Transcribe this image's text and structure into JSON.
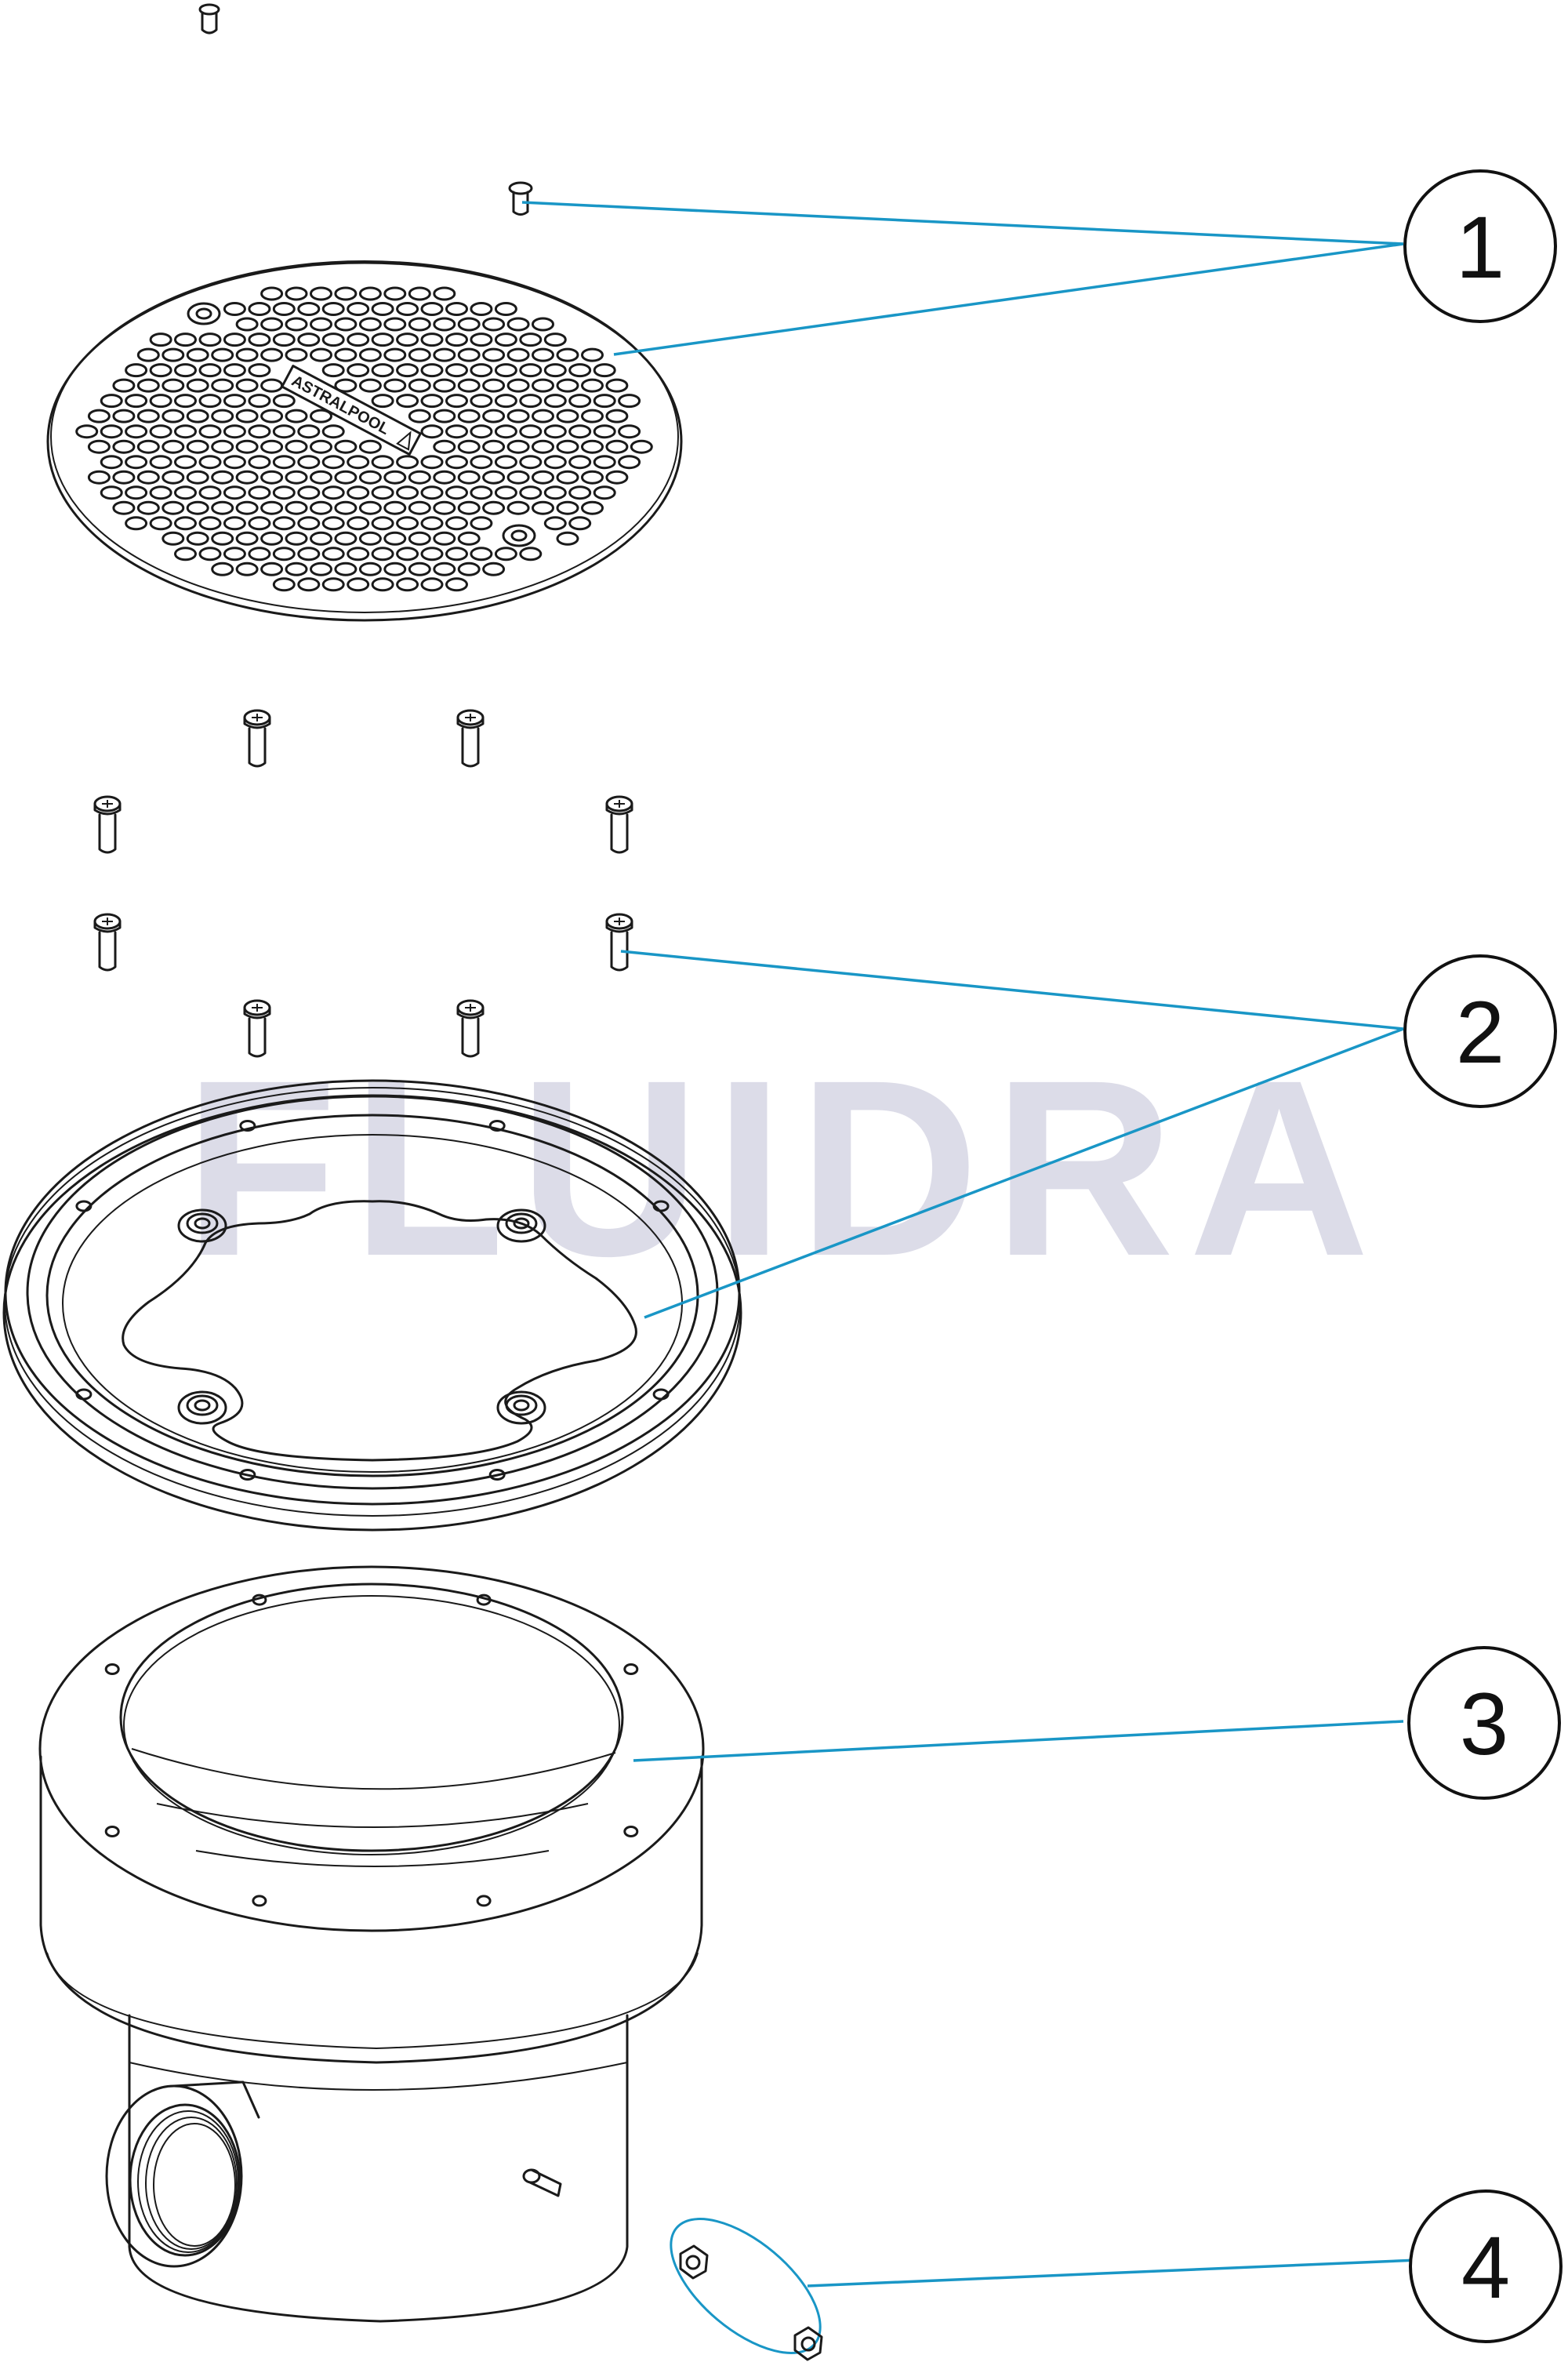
{
  "watermark": {
    "text": "FLUIDRA",
    "color": "#dcdce8"
  },
  "grate": {
    "brand_text": "ASTRALPOOL"
  },
  "callouts": [
    {
      "label": "1",
      "part": "grate-with-screws"
    },
    {
      "label": "2",
      "part": "frame-ring-with-screws"
    },
    {
      "label": "3",
      "part": "drain-body"
    },
    {
      "label": "4",
      "part": "nuts"
    }
  ],
  "colors": {
    "leader": "#1996c6",
    "line": "#1a1a1a",
    "background": "#ffffff"
  }
}
